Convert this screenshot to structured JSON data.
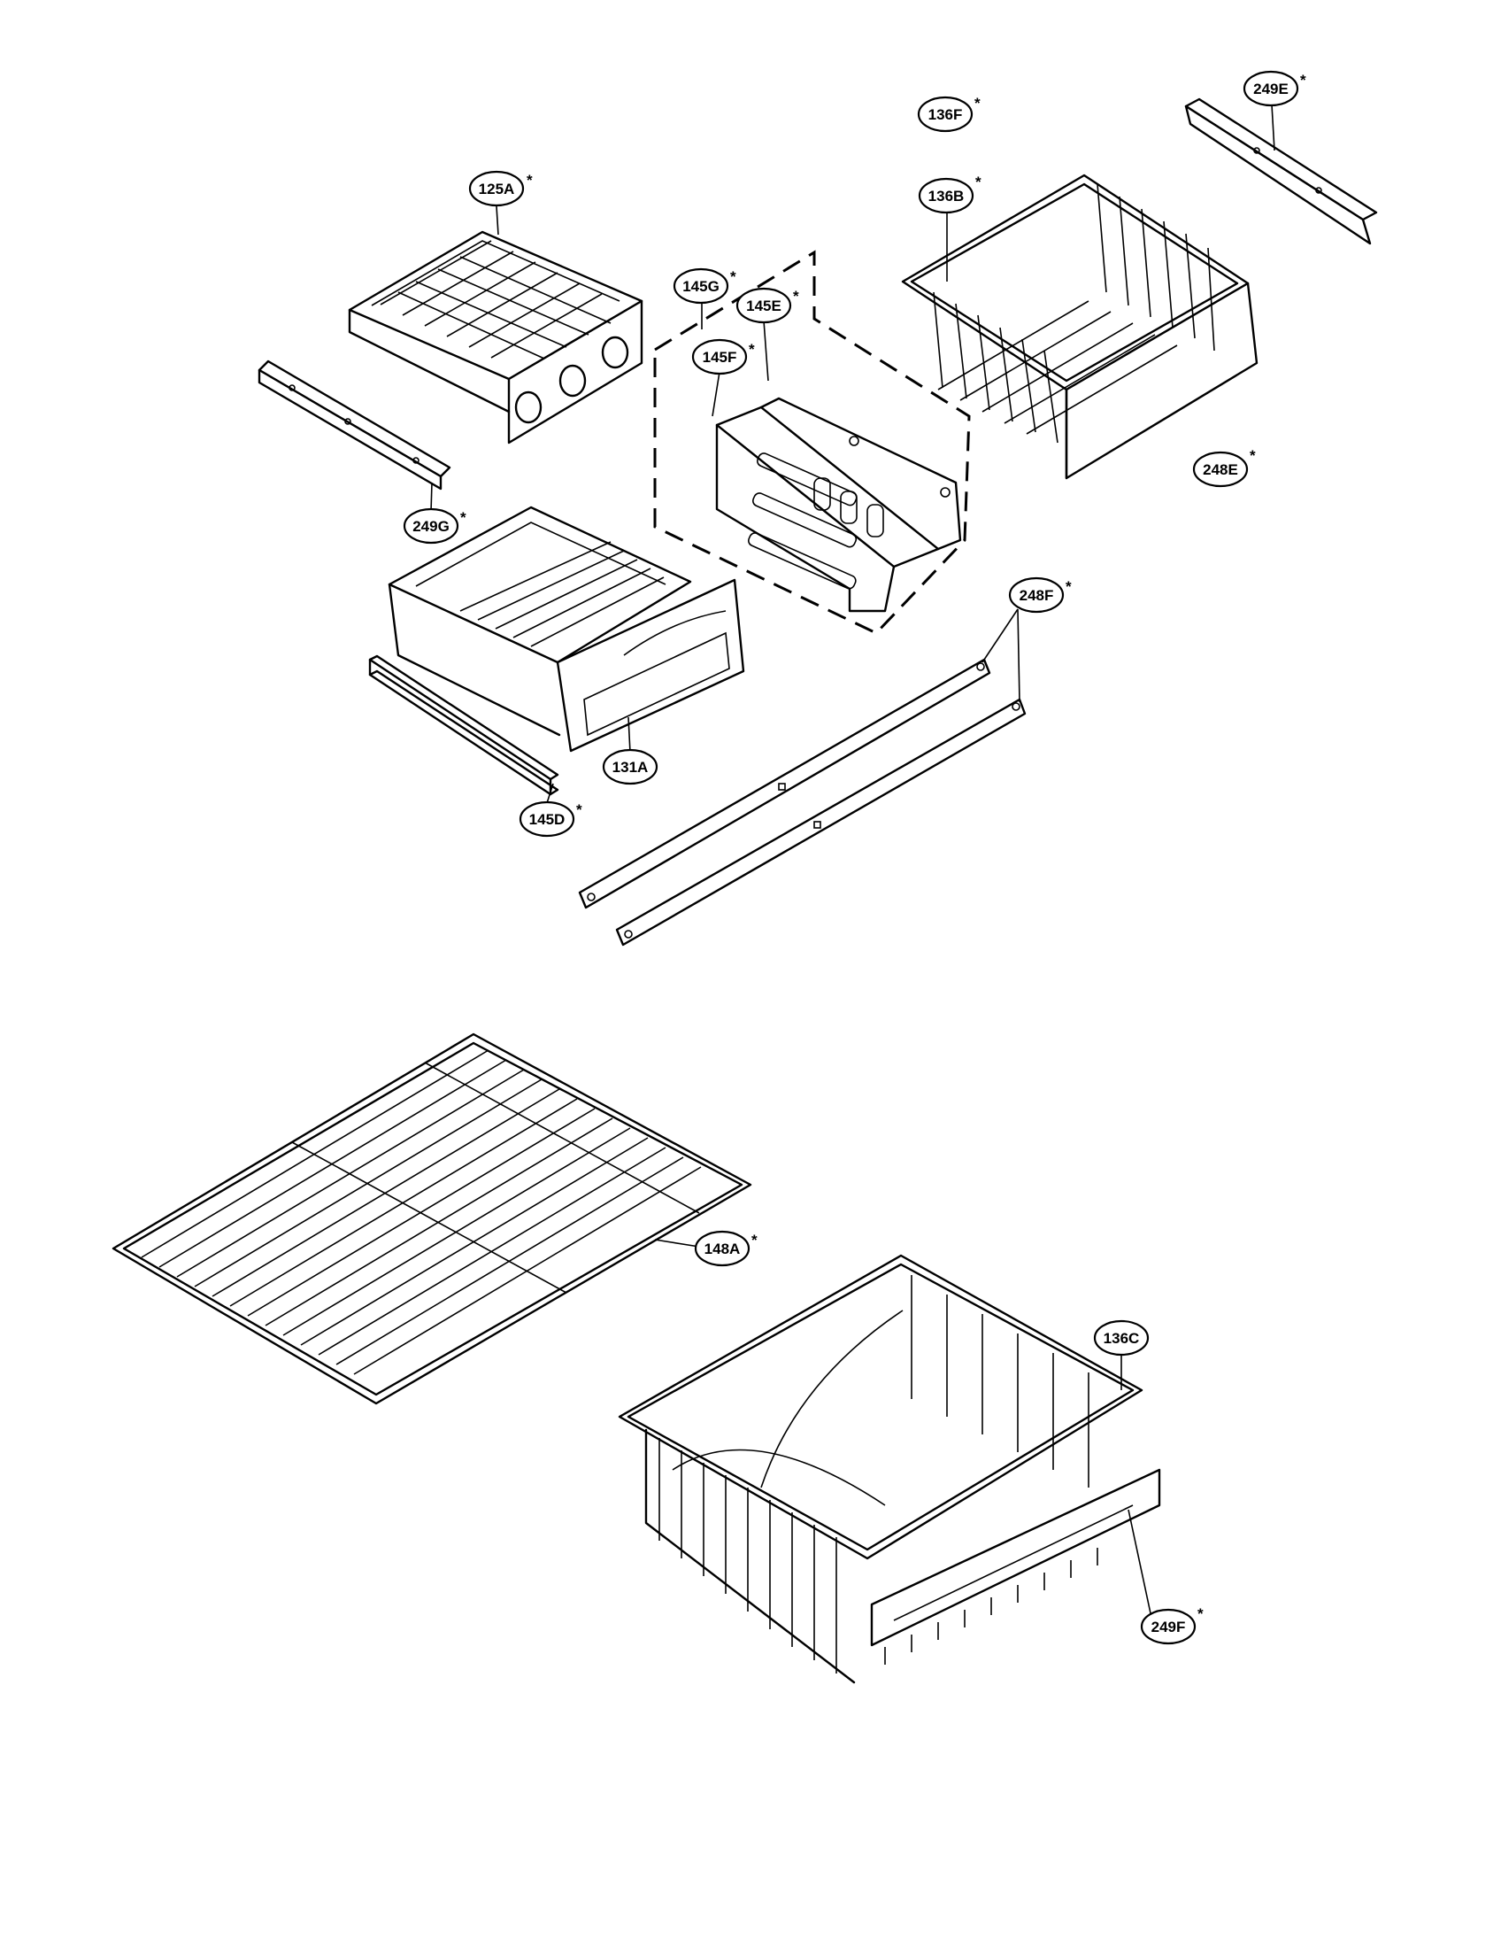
{
  "diagram": {
    "callouts": [
      {
        "id": "125A",
        "label": "125A",
        "star": "*"
      },
      {
        "id": "136F",
        "label": "136F",
        "star": "*"
      },
      {
        "id": "249E",
        "label": "249E",
        "star": "*"
      },
      {
        "id": "136B",
        "label": "136B",
        "star": "*"
      },
      {
        "id": "145G",
        "label": "145G",
        "star": "*"
      },
      {
        "id": "145E",
        "label": "145E",
        "star": "*"
      },
      {
        "id": "145F",
        "label": "145F",
        "star": "*"
      },
      {
        "id": "249G",
        "label": "249G",
        "star": "*"
      },
      {
        "id": "248E",
        "label": "248E",
        "star": "*"
      },
      {
        "id": "248F",
        "label": "248F",
        "star": "*"
      },
      {
        "id": "131A",
        "label": "131A",
        "star": ""
      },
      {
        "id": "145D",
        "label": "145D",
        "star": "*"
      },
      {
        "id": "148A",
        "label": "148A",
        "star": "*"
      },
      {
        "id": "136C",
        "label": "136C",
        "star": ""
      },
      {
        "id": "249F",
        "label": "249F",
        "star": "*"
      }
    ]
  }
}
